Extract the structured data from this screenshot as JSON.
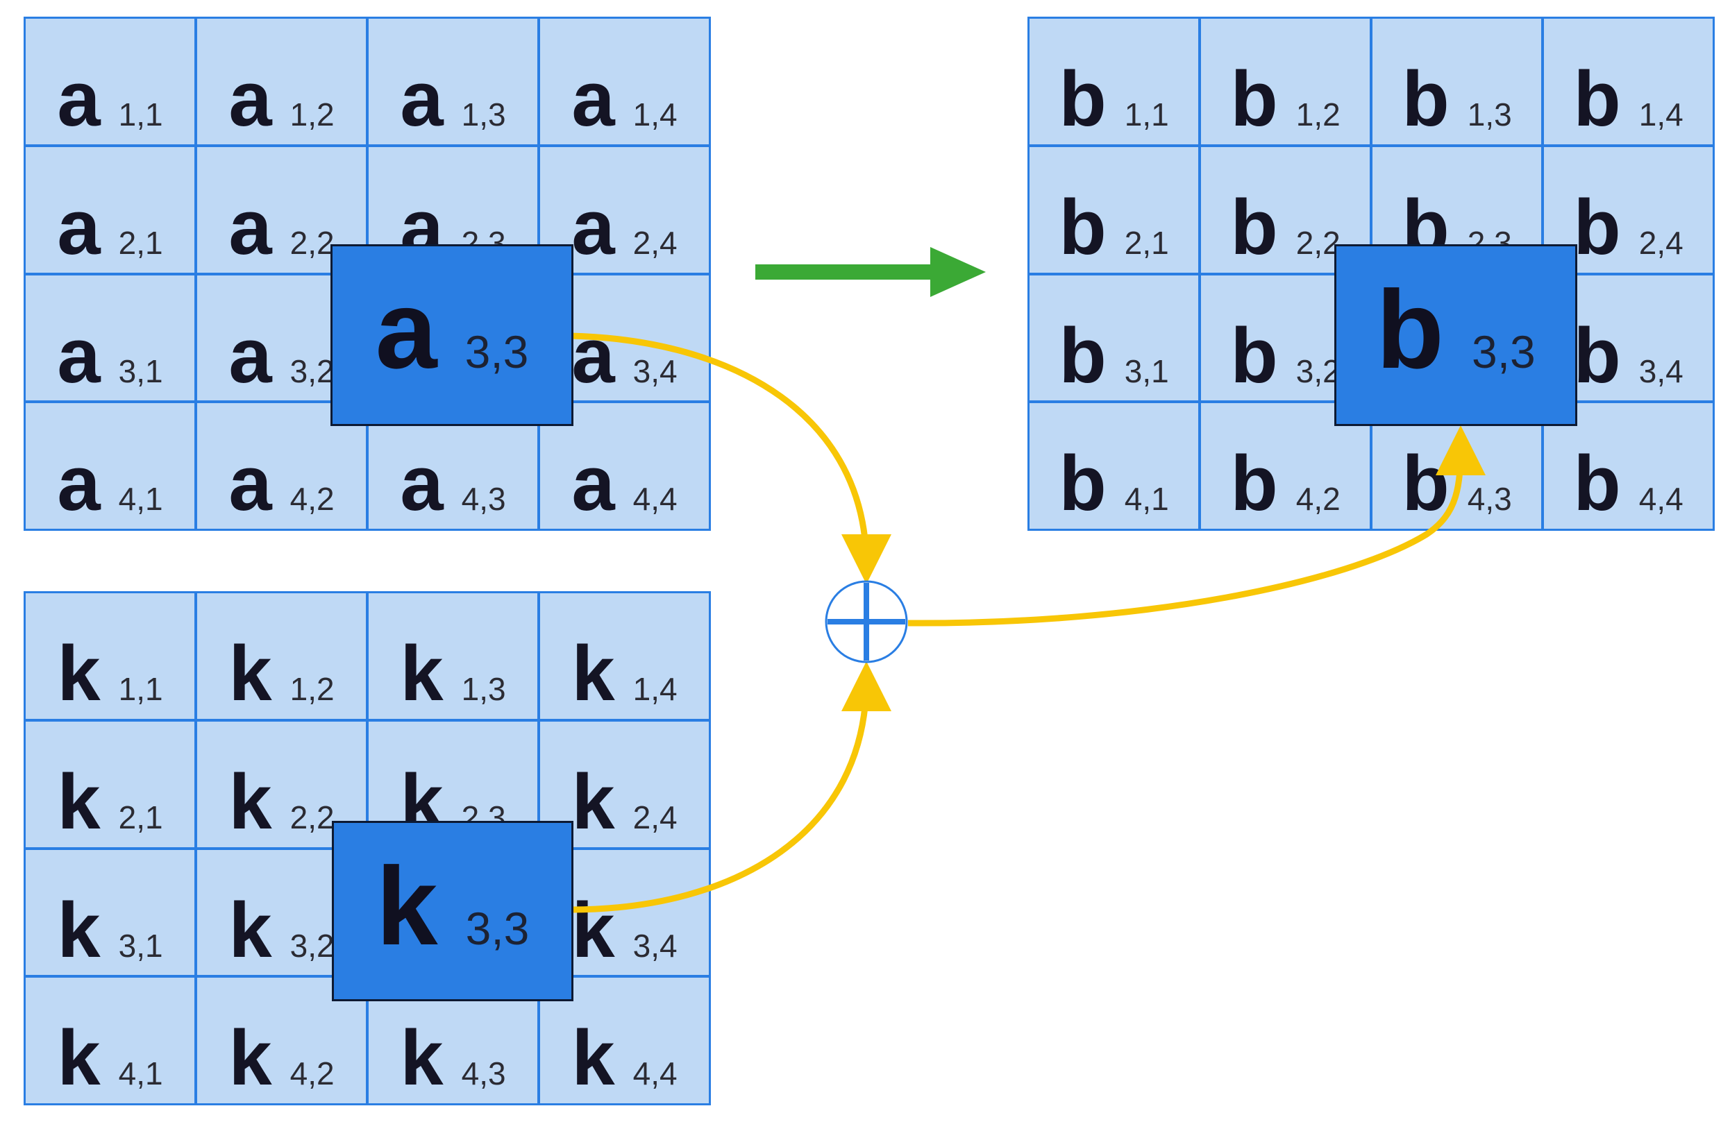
{
  "matrices": {
    "a": {
      "symbol": "a",
      "cells": [
        "1,1",
        "1,2",
        "1,3",
        "1,4",
        "2,1",
        "2,2",
        "2,3",
        "2,4",
        "3,1",
        "3,2",
        "3,3",
        "3,4",
        "4,1",
        "4,2",
        "4,3",
        "4,4"
      ],
      "highlight": "3,3"
    },
    "b": {
      "symbol": "b",
      "cells": [
        "1,1",
        "1,2",
        "1,3",
        "1,4",
        "2,1",
        "2,2",
        "2,3",
        "2,4",
        "3,1",
        "3,2",
        "3,3",
        "3,4",
        "4,1",
        "4,2",
        "4,3",
        "4,4"
      ],
      "highlight": "3,3"
    },
    "k": {
      "symbol": "k",
      "cells": [
        "1,1",
        "1,2",
        "1,3",
        "1,4",
        "2,1",
        "2,2",
        "2,3",
        "2,4",
        "3,1",
        "3,2",
        "3,3",
        "3,4",
        "4,1",
        "4,2",
        "4,3",
        "4,4"
      ],
      "highlight": "3,3"
    }
  },
  "operator": {
    "icon": "plus-circle-icon"
  },
  "colors": {
    "cell_fill": "#bfd9f5",
    "grid_line": "#2a7ee3",
    "highlight_fill": "#2a7ee3",
    "flow_arrow": "#3ba935",
    "connector": "#f8c606"
  }
}
